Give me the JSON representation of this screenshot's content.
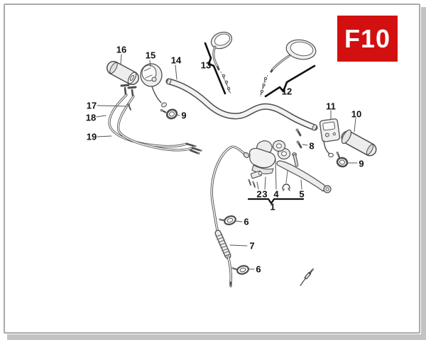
{
  "page": {
    "code_label": "F10"
  },
  "colors": {
    "badge_bg": "#d2100f",
    "badge_text": "#ffffff",
    "line_art": "#4d4d4d",
    "index_line": "#111111",
    "callout_text": "#111111",
    "frame_border": "#a9a9a9",
    "page_bg": "#ffffff"
  },
  "callouts": {
    "n1": "1",
    "n2": "2",
    "n3": "3",
    "n4": "4",
    "n5": "5",
    "n6": "6",
    "n7": "7",
    "n8": "8",
    "n9": "9",
    "n10": "10",
    "n11": "11",
    "n12": "12",
    "n13": "13",
    "n14": "14",
    "n15": "15",
    "n16": "16",
    "n17": "17",
    "n18": "18",
    "n19": "19"
  }
}
